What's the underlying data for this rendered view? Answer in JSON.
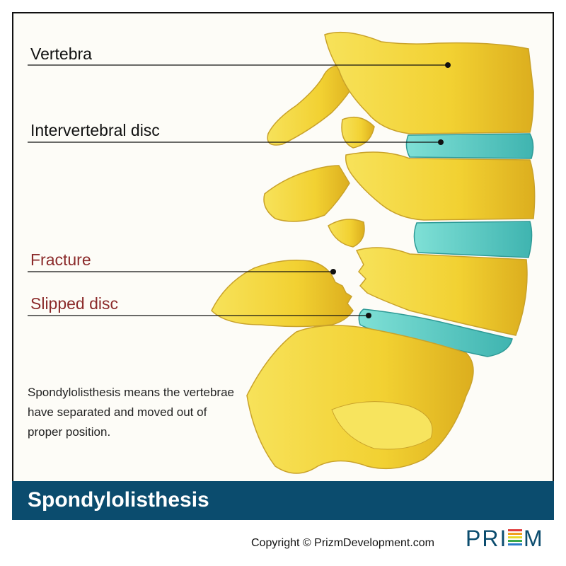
{
  "labels": {
    "vertebra": "Vertebra",
    "intervertebral_disc": "Intervertebral disc",
    "fracture": "Fracture",
    "slipped_disc": "Slipped disc"
  },
  "description": "Spondylolisthesis means the vertebrae have separated and moved out of proper position.",
  "title": "Spondylolisthesis",
  "copyright": "Copyright © PrizmDevelopment.com",
  "logo": {
    "text": "PRIZM",
    "colors": [
      "#e03a3a",
      "#f0a020",
      "#e8d82a",
      "#3aa84a",
      "#2a7ac8",
      "#6a3aa8"
    ]
  },
  "colors": {
    "label_dark": "#111111",
    "label_accent": "#8b2a2a",
    "title_bar": "#0b4c6e",
    "bone": "#f4d636",
    "bone_shadow": "#d9a91a",
    "disc": "#5fd0c8"
  }
}
